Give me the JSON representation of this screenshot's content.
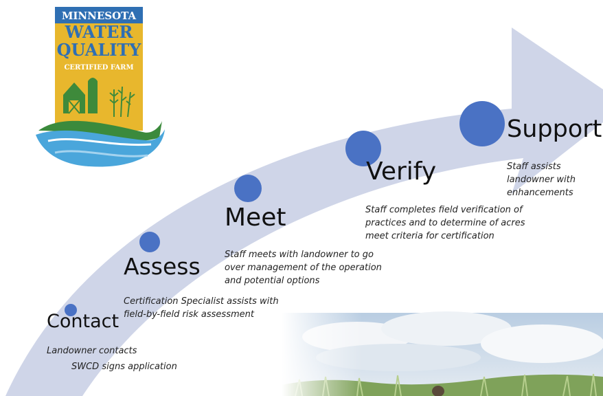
{
  "logo": {
    "line1": "MINNESOTA",
    "line2": "WATER",
    "line3": "QUALITY",
    "line4": "CERTIFIED FARM",
    "colors": {
      "blue": "#2e6fb5",
      "gold": "#e9b62c",
      "green": "#3f8a3c",
      "water": "#4ba3d8"
    }
  },
  "arrow": {
    "color": "#cdd3e6"
  },
  "steps": [
    {
      "title": "Contact",
      "desc_lines": [
        "Landowner contacts",
        "SWCD signs application"
      ]
    },
    {
      "title": "Assess",
      "desc_lines": [
        "Certification Specialist assists with",
        "field-by-field risk assessment"
      ]
    },
    {
      "title": "Meet",
      "desc_lines": [
        "Staff meets with landowner to go",
        "over management of the operation",
        "and potential options"
      ]
    },
    {
      "title": "Verify",
      "desc_lines": [
        "Staff completes field verification of",
        "practices and to determine of acres",
        "meet criteria for certification"
      ]
    },
    {
      "title": "Support",
      "desc_lines": [
        "Staff assists",
        "landowner with",
        "enhancements"
      ]
    }
  ],
  "dot_color": "#4a72c4",
  "photo": {
    "sky": "#c9d7e6",
    "cloud": "#eef2f6",
    "grass": "#6f9a4a"
  }
}
